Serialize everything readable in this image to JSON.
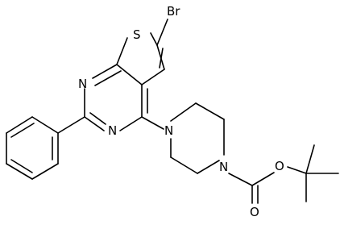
{
  "molecule": {
    "atom_labels": {
      "bromine": "Br",
      "sulfur": "S",
      "nitrogen_1": "N",
      "nitrogen_3": "N",
      "piperazine_n4": "N",
      "piperazine_n1": "N",
      "ester_oxygen": "O",
      "carbonyl_oxygen": "O"
    }
  }
}
